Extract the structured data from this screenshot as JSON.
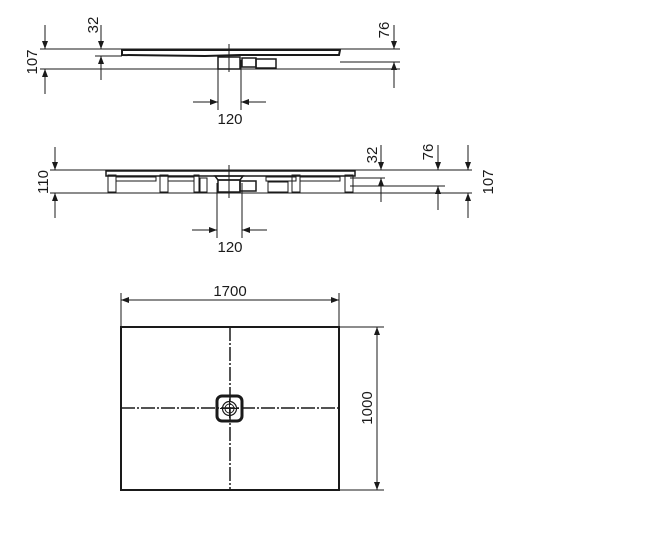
{
  "drawing": {
    "subject": "Shower tray technical drawing",
    "colors": {
      "line": "#1a1a1a",
      "background": "#ffffff"
    },
    "side_view_1": {
      "dims": {
        "total_height": "107",
        "tray_thickness": "32",
        "drain_outlet_height": "76",
        "drain_width": "120"
      }
    },
    "side_view_2": {
      "dims": {
        "total_height_left": "110",
        "tray_thickness": "32",
        "drain_outlet_height": "76",
        "total_height_right": "107",
        "drain_width": "120"
      }
    },
    "plan_view": {
      "dims": {
        "length": "1700",
        "width": "1000"
      }
    }
  }
}
